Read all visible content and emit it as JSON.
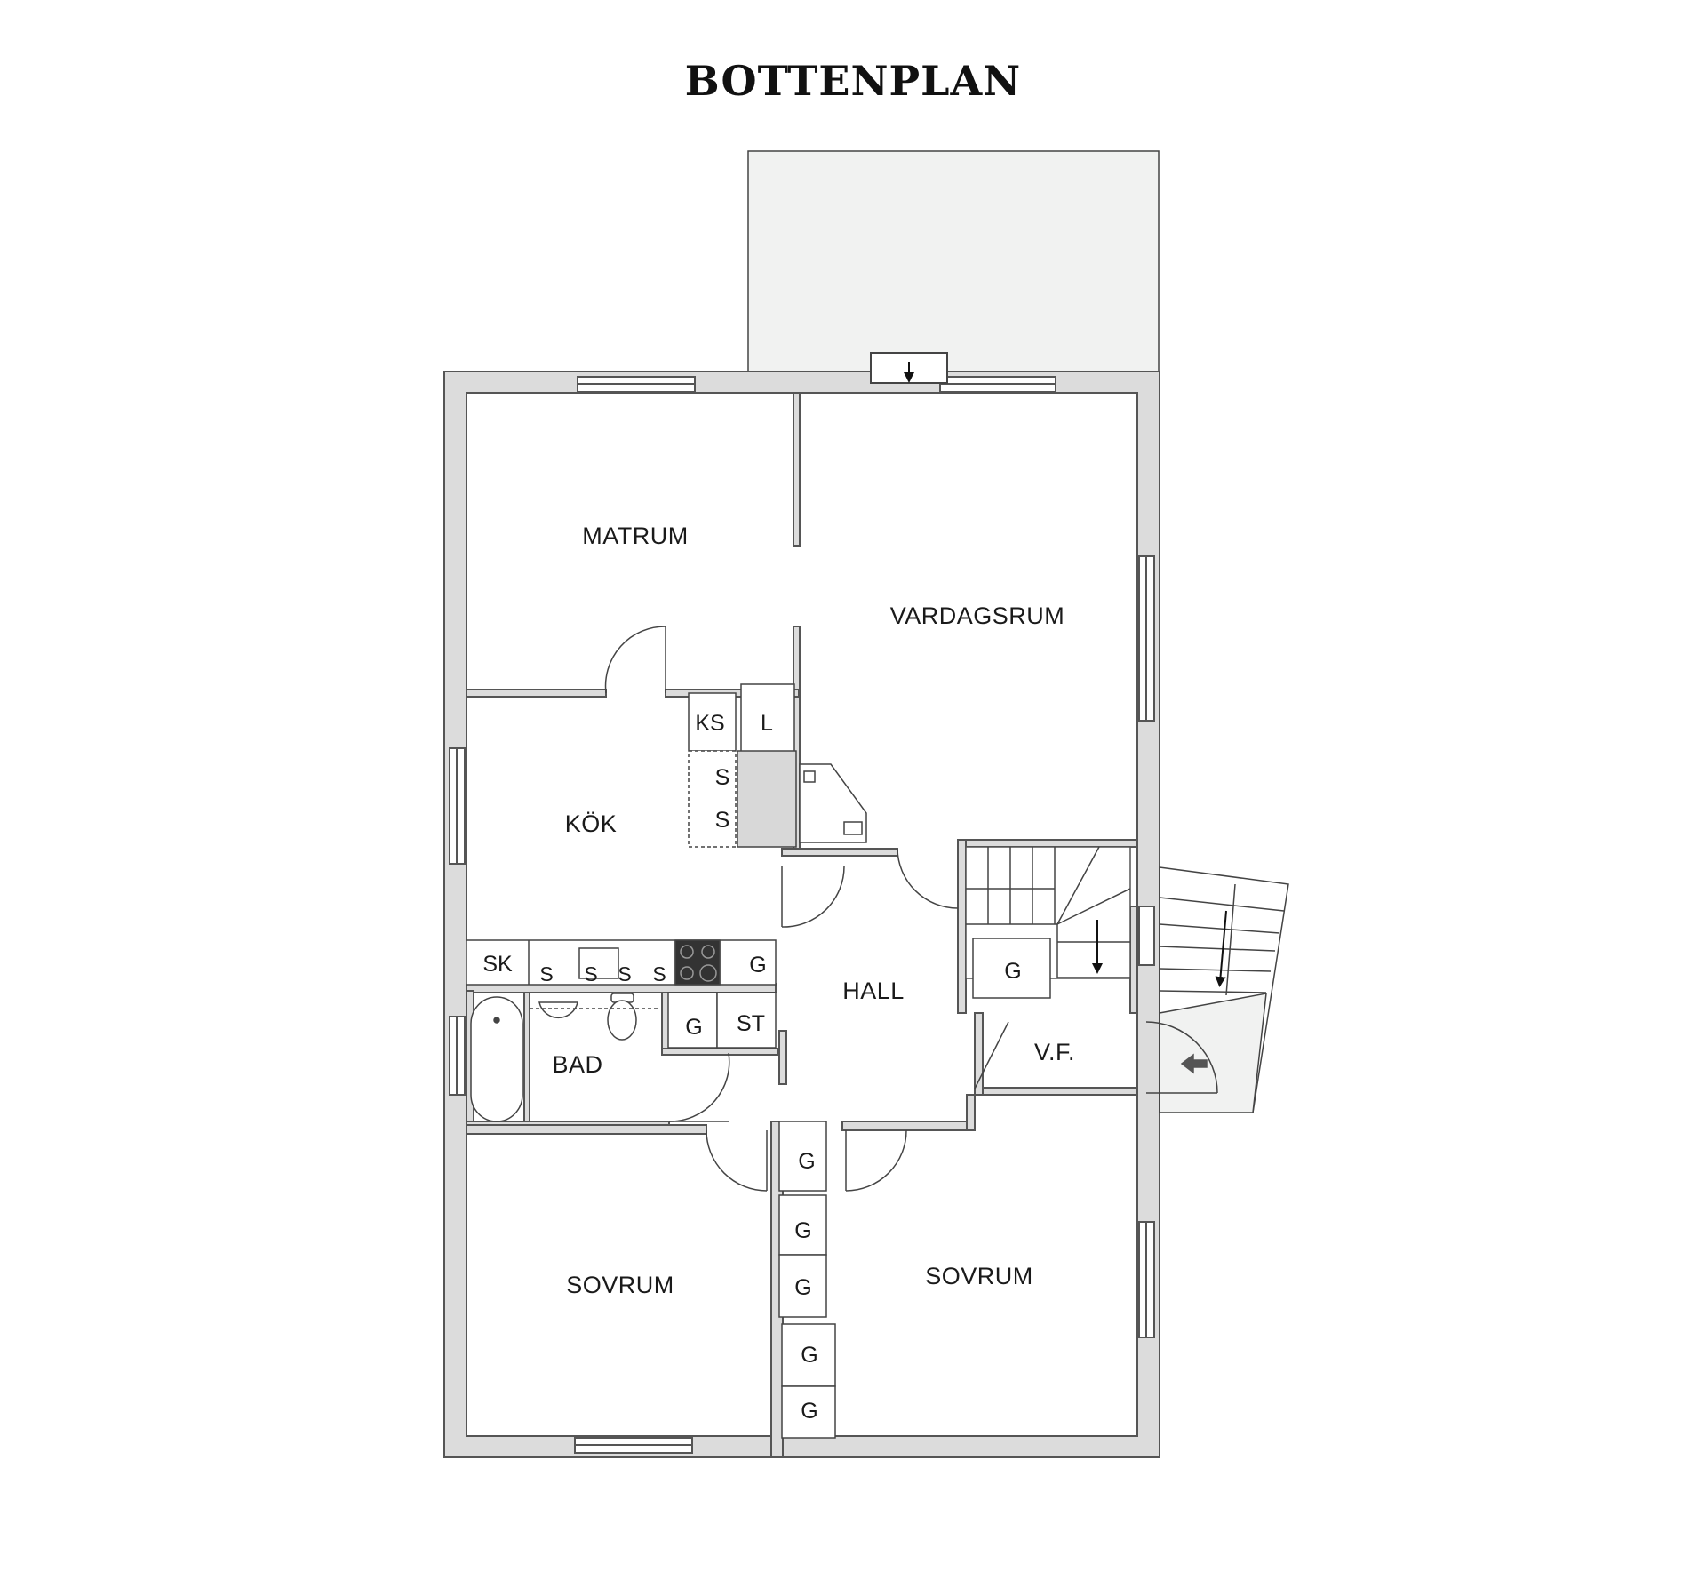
{
  "title": "BOTTENPLAN",
  "colors": {
    "wall": "#dcdcdc",
    "wall_stroke": "#555555",
    "floor": "#ffffff",
    "terrace": "#f1f2f1",
    "appliance": "#ececec"
  },
  "rooms": {
    "matrum": "MATRUM",
    "vardagsrum": "VARDAGSRUM",
    "kok": "KÖK",
    "hall": "HALL",
    "bad": "BAD",
    "vf": "V.F.",
    "sovrum_left": "SOVRUM",
    "sovrum_right": "SOVRUM"
  },
  "fixtures": {
    "ks": "KS",
    "l": "L",
    "s1": "S",
    "s2": "S",
    "sk": "SK",
    "sink_s1": "S",
    "sink_s2": "S",
    "sink_s3": "S",
    "sink_s4": "S",
    "g_kitchen": "G",
    "g_bath": "G",
    "st": "ST",
    "g_stair": "G",
    "g_c1": "G",
    "g_c2": "G",
    "g_c3": "G",
    "g_c4": "G",
    "g_c5": "G"
  }
}
